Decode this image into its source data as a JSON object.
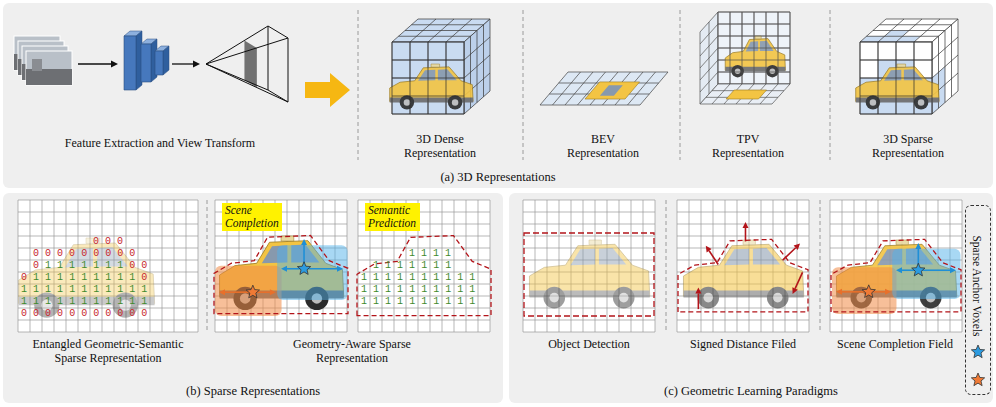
{
  "diagram": {
    "nodes": [
      {
        "text": [
          "(a) 3D Representations"
        ]
      },
      {
        "text": [
          "(b) Sparse Representations"
        ]
      },
      {
        "text": [
          "(c) Geometric Learning Paradigms"
        ]
      },
      {
        "text": [
          "Scene Completion"
        ],
        "in": 1
      },
      {
        "text": [
          "Semantic Prediction"
        ],
        "in": 1
      },
      {
        "text": [
          "Sparse Anchor Voxels"
        ],
        "in": 2
      }
    ],
    "labels": [
      "Feature Extraction and View Transform",
      "3D Dense Representation",
      "BEV Representation",
      "TPV Representation",
      "3D Sparse Representation",
      "0 0 0",
      "0 0 0 0 0 0 0 0 0",
      "0 1 1 1 1 1 1 1 0 0",
      "0 1 1 1 1 1 1 1 1 1 0",
      "1 1 1 1 1 1 1 1 1 1 1",
      "1 1 1 1 1 1 1 1 1 1 1",
      "0 0 0 0 0 0 0 0 0 0 0",
      "Entangled Geometric-Semantic Sparse Representation",
      "1 1 1 1",
      "1 1 1 1 1 1 1",
      "1 1 1 1 1 1 1 1 1 1",
      "1 1 1 1 1 1 1 1 1 1",
      "1 1 1 1 1 1 1 1 1 1",
      "Geometry-Aware Sparse Representation",
      "Object Detection",
      "Signed Distance Filed",
      "Scene Completion Field"
    ]
  }
}
